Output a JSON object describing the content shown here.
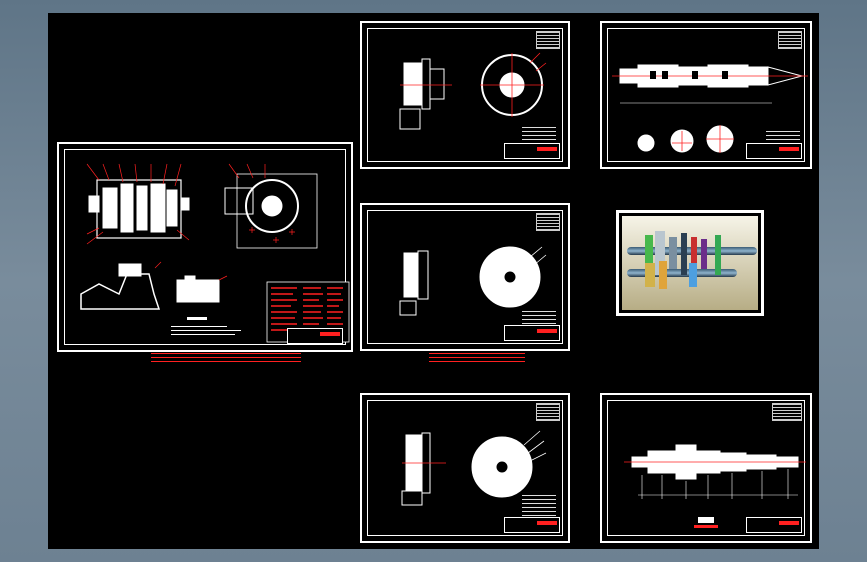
{
  "colors": {
    "background": "#6d8192",
    "canvas": "#000000",
    "line": "#ffffff",
    "accent": "#ff2020"
  },
  "sheets": [
    {
      "id": "assembly"
    },
    {
      "id": "gear-1"
    },
    {
      "id": "gear-2"
    },
    {
      "id": "gear-3"
    },
    {
      "id": "shaft-1"
    },
    {
      "id": "model-render"
    },
    {
      "id": "shaft-2"
    }
  ],
  "captions": [
    {
      "id": "assembly-caption",
      "color": "#ff2020"
    },
    {
      "id": "gear-2-caption",
      "color": "#ff2020"
    }
  ]
}
